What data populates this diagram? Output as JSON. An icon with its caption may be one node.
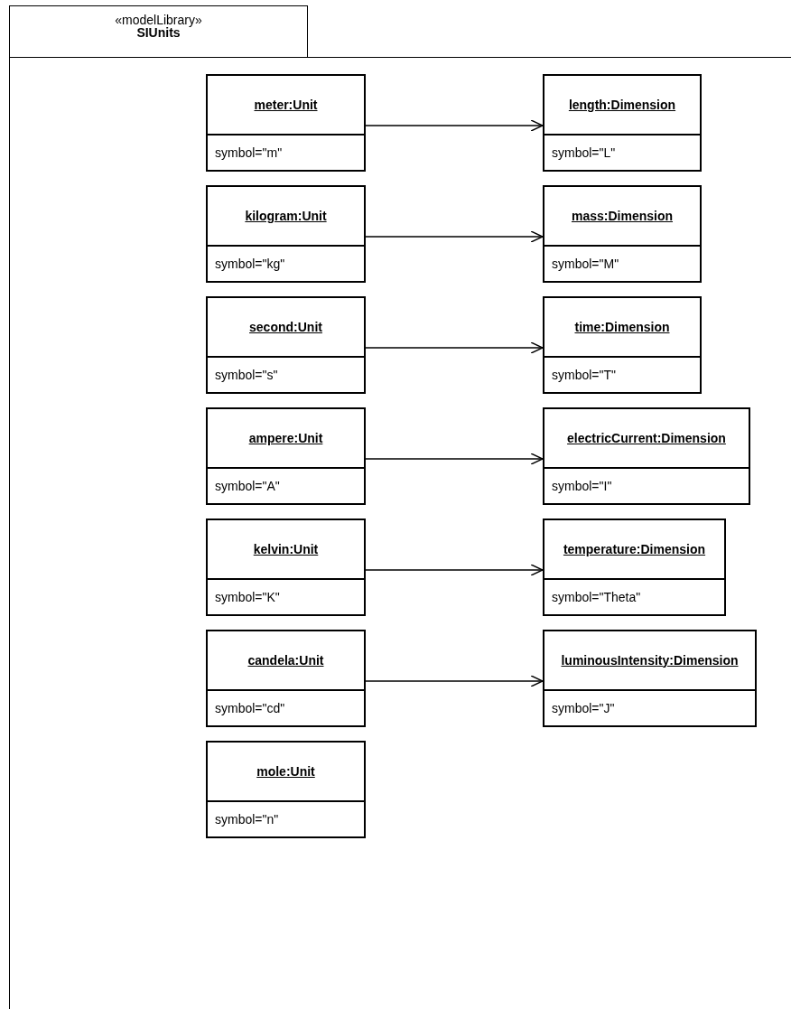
{
  "diagram": {
    "nodes": [
      {
        "text": [
          "«modelLibrary»",
          "SIUnits"
        ]
      },
      {
        "text": [
          "meter:Unit",
          "symbol=\"m\""
        ],
        "in": 0
      },
      {
        "text": [
          "length:Dimension",
          "symbol=\"L\""
        ],
        "in": 0
      },
      {
        "text": [
          "kilogram:Unit",
          "symbol=\"kg\""
        ],
        "in": 0
      },
      {
        "text": [
          "mass:Dimension",
          "symbol=\"M\""
        ],
        "in": 0
      },
      {
        "text": [
          "second:Unit",
          "symbol=\"s\""
        ],
        "in": 0
      },
      {
        "text": [
          "time:Dimension",
          "symbol=\"T\""
        ],
        "in": 0
      },
      {
        "text": [
          "ampere:Unit",
          "symbol=\"A\""
        ],
        "in": 0
      },
      {
        "text": [
          "electricCurrent:Dimension",
          "symbol=\"I\""
        ],
        "in": 0
      },
      {
        "text": [
          "kelvin:Unit",
          "symbol=\"K\""
        ],
        "in": 0
      },
      {
        "text": [
          "temperature:Dimension",
          "symbol=\"Theta\""
        ],
        "in": 0
      },
      {
        "text": [
          "candela:Unit",
          "symbol=\"cd\""
        ],
        "in": 0
      },
      {
        "text": [
          "luminousIntensity:Dimension",
          "symbol=\"J\""
        ],
        "in": 0
      },
      {
        "text": [
          "mole:Unit",
          "symbol=\"n\""
        ],
        "in": 0
      }
    ],
    "edges": [
      {
        "from": 1,
        "to": 2,
        "arrow": "to"
      },
      {
        "from": 3,
        "to": 4,
        "arrow": "to"
      },
      {
        "from": 5,
        "to": 6,
        "arrow": "to"
      },
      {
        "from": 7,
        "to": 8,
        "arrow": "to"
      },
      {
        "from": 9,
        "to": 10,
        "arrow": "to"
      },
      {
        "from": 11,
        "to": 12,
        "arrow": "to"
      }
    ]
  }
}
